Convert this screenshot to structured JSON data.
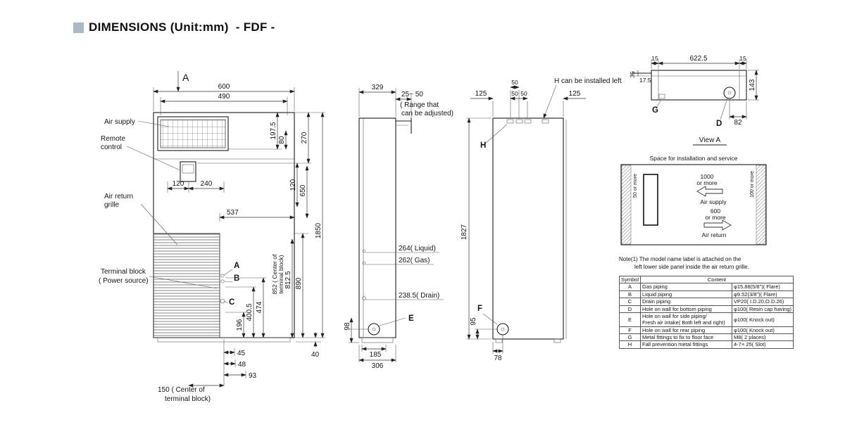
{
  "title": "DIMENSIONS (Unit:mm)  - FDF -",
  "front": {
    "view_arrow": "A",
    "labels": {
      "air_supply": "Air supply",
      "remote_control_1": "Remote",
      "remote_control_2": "control",
      "air_return_1": "Air return",
      "air_return_2": "grille",
      "terminal_1": "Terminal block",
      "terminal_2": "( Power source)",
      "point_a": "A",
      "point_b": "B",
      "point_c": "C",
      "center_bottom_1": "150 ( Center of",
      "center_bottom_2": "terminal block)"
    },
    "dims": {
      "d600": "600",
      "d490": "490",
      "d197_5": "197.5",
      "d80": "80",
      "d270": "270",
      "d120h": "120",
      "d240": "240",
      "d120v": "120",
      "d650": "650",
      "d1850": "1850",
      "d537": "537",
      "d890": "890",
      "d812_5": "812.5",
      "d852_1": "852 ( Center of",
      "d852_2": "terminal block)",
      "d196": "196",
      "d400_5": "400.5",
      "d474": "474",
      "d45": "45",
      "d48": "48",
      "d93": "93",
      "d40": "40"
    }
  },
  "side": {
    "point_e": "E",
    "dims": {
      "d329": "329",
      "range_1": "25~ 50",
      "range_2": "( Range that",
      "range_3": "can be adjusted)",
      "liquid": "264( Liquid)",
      "gas": "262( Gas)",
      "drain": "238.5( Drain)",
      "d98": "98",
      "d185": "185",
      "d306": "306"
    }
  },
  "rear": {
    "note_h": "H can be installed left",
    "point_h": "H",
    "point_f": "F",
    "dims": {
      "d125l": "125",
      "d50top": "50",
      "d50a": "50",
      "d50b": "50",
      "d125r": "125",
      "d1827": "1827",
      "d95": "95",
      "d78": "78"
    }
  },
  "top_view": {
    "title": "View A",
    "point_g": "G",
    "point_d": "D",
    "dims": {
      "d15l": "15",
      "d622_5": "622.5",
      "d15r": "15",
      "d35": "35",
      "d17_5": "17.5",
      "d143": "143",
      "d82": "82"
    }
  },
  "install": {
    "title": "Space for installation and service",
    "front_1": "1000",
    "front_2": "or more",
    "air_supply": "Air supply",
    "rear_1": "600",
    "rear_2": "or more",
    "air_return": "Air return",
    "left_clearance": "50 or more",
    "right_clearance": "100 or more"
  },
  "note": {
    "line1": "Note(1)  The model name label is attached on the",
    "line2": "left lower side panel inside the air return grille."
  },
  "table": {
    "header_symbol": "Symbol",
    "header_content": "Content",
    "rows": [
      {
        "symbol": "A",
        "content": "Gas piping",
        "spec": "φ15.88(5/8\")( Flare)"
      },
      {
        "symbol": "B",
        "content": "Liquid piping",
        "spec": "φ9.52(3/8\")( Flare)"
      },
      {
        "symbol": "C",
        "content": "Drain piping",
        "spec": "VP20( I.D.20,O.D.26)"
      },
      {
        "symbol": "D",
        "content": "Hole on wall for bottom piping",
        "spec": "φ100( Resin cap having)"
      },
      {
        "symbol": "E",
        "content": "Hole on wall for side piping/",
        "content2": "Fresh air intake( Both left and right)",
        "spec": "φ100( Knock out)"
      },
      {
        "symbol": "F",
        "content": "Hole on wall for rear piping",
        "spec": "φ100( Knock out)"
      },
      {
        "symbol": "G",
        "content": "Metal fittings to fix to floor face",
        "spec": "M8( 2 places)"
      },
      {
        "symbol": "H",
        "content": "Fall prevention metal fittings",
        "spec": "4-7× 25( Slot)"
      }
    ]
  }
}
